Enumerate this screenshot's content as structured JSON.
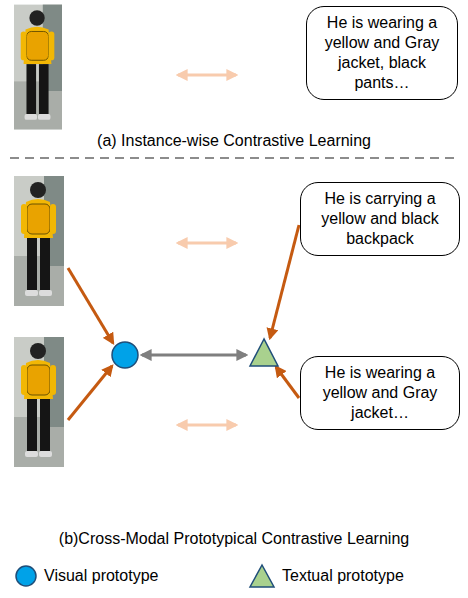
{
  "diagram": {
    "nodes": [
      {
        "text": [
          "He is wearing a yellow and Gray jacket, black pants…"
        ]
      },
      {
        "text": [
          "He is carrying a yellow and black backpack"
        ]
      },
      {
        "text": [
          "He is wearing a yellow and Gray jacket…"
        ]
      }
    ],
    "labels": [
      "(a) Instance-wise Contrastive Learning",
      "(b)Cross-Modal Prototypical Contrastive Learning"
    ],
    "legend": [
      {
        "text": "Visual prototype"
      },
      {
        "text": "Textual prototype"
      }
    ]
  }
}
